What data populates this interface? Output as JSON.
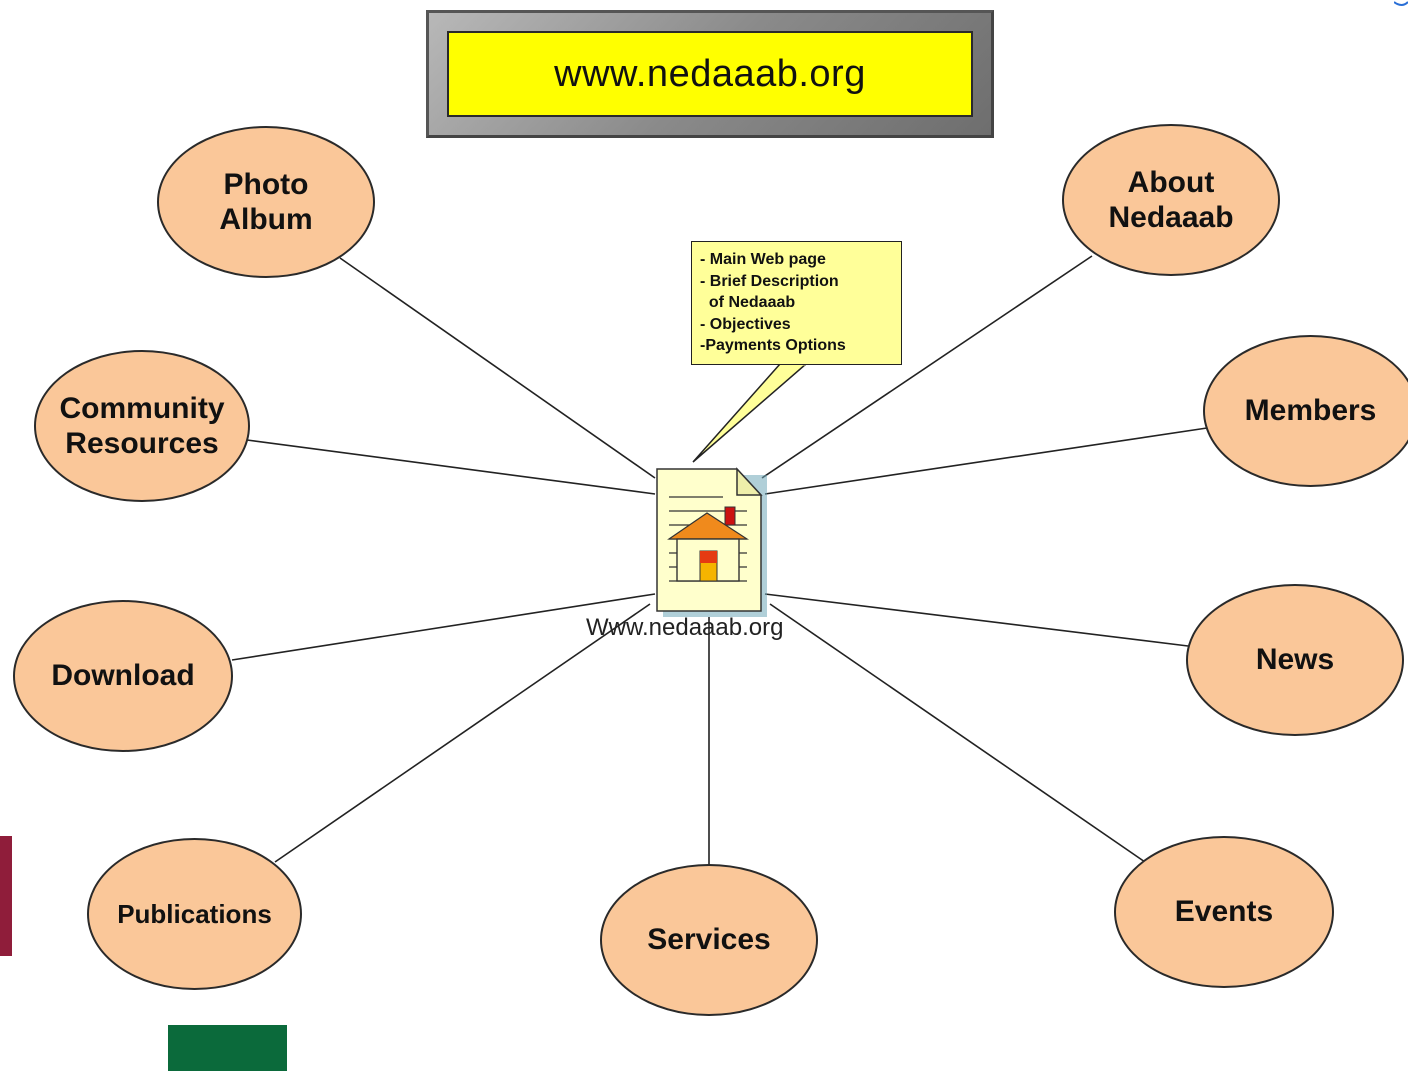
{
  "title": "www.nedaaab.org",
  "callout": {
    "items": [
      "- Main Web page",
      "- Brief Description",
      "  of Nedaaab",
      "- Objectives",
      "-Payments Options"
    ]
  },
  "home_caption": "Www.nedaaab.org",
  "nodes": {
    "photo_album": "Photo\nAlbum",
    "about": "About\nNedaaab",
    "community": "Community\nResources",
    "members": "Members",
    "download": "Download",
    "news": "News",
    "publications": "Publications",
    "services": "Services",
    "events": "Events"
  },
  "colors": {
    "node_fill": "#fac799",
    "title_fill": "#ffff00",
    "callout_fill": "#ffff99",
    "accent_red": "#8f1d3a",
    "accent_green": "#0b6a3b"
  },
  "icons": [
    "home-page-icon"
  ]
}
